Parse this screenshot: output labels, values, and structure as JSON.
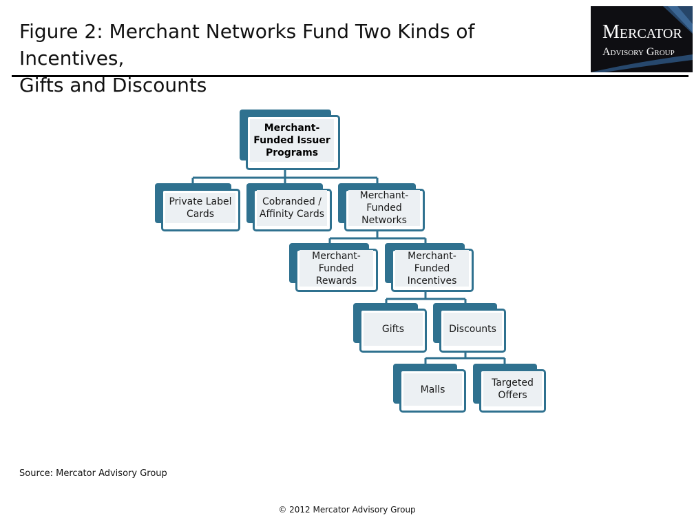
{
  "header": {
    "title_line1": "Figure 2: Merchant Networks Fund Two Kinds of Incentives,",
    "title_line2": "Gifts and Discounts"
  },
  "logo": {
    "main": "Mercator",
    "sub": "Advisory Group"
  },
  "diagram": {
    "nodes": {
      "root": "Merchant-Funded Issuer Programs",
      "private_label": "Private Label Cards",
      "cobranded": "Cobranded / Affinity Cards",
      "networks": "Merchant-Funded Networks",
      "rewards": "Merchant-Funded Rewards",
      "incentives": "Merchant-Funded Incentives",
      "gifts": "Gifts",
      "discounts": "Discounts",
      "malls": "Malls",
      "targeted": "Targeted Offers"
    }
  },
  "footer": {
    "source": "Source: Mercator Advisory Group",
    "copyright": "© 2012 Mercator Advisory Group"
  },
  "colors": {
    "node_border": "#2f718f",
    "node_fill": "#ecf0f3",
    "logo_bg": "#0e0e12"
  }
}
